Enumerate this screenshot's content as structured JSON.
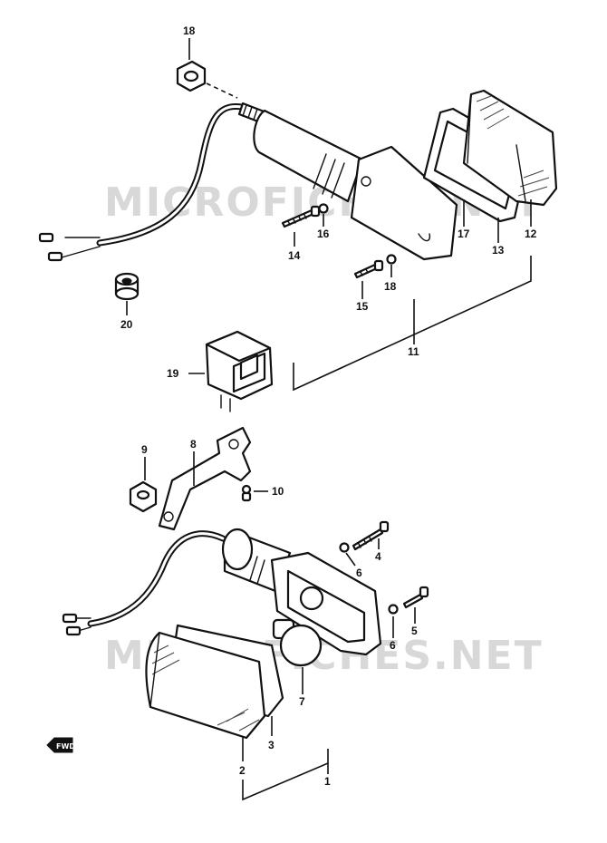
{
  "watermark": {
    "top": "MICROFICHES.NET",
    "bottom": "MICROFICHES.NET"
  },
  "callouts": {
    "c1": "1",
    "c2": "2",
    "c3": "3",
    "c4": "4",
    "c5": "5",
    "c6a": "6",
    "c6b": "6",
    "c7": "7",
    "c8": "8",
    "c9": "9",
    "c10": "10",
    "c11": "11",
    "c12": "12",
    "c13": "13",
    "c14": "14",
    "c15": "15",
    "c16": "16",
    "c17": "17",
    "c18a": "18",
    "c18b": "18",
    "c19": "19",
    "c20": "20"
  },
  "front_marker": "FWD"
}
